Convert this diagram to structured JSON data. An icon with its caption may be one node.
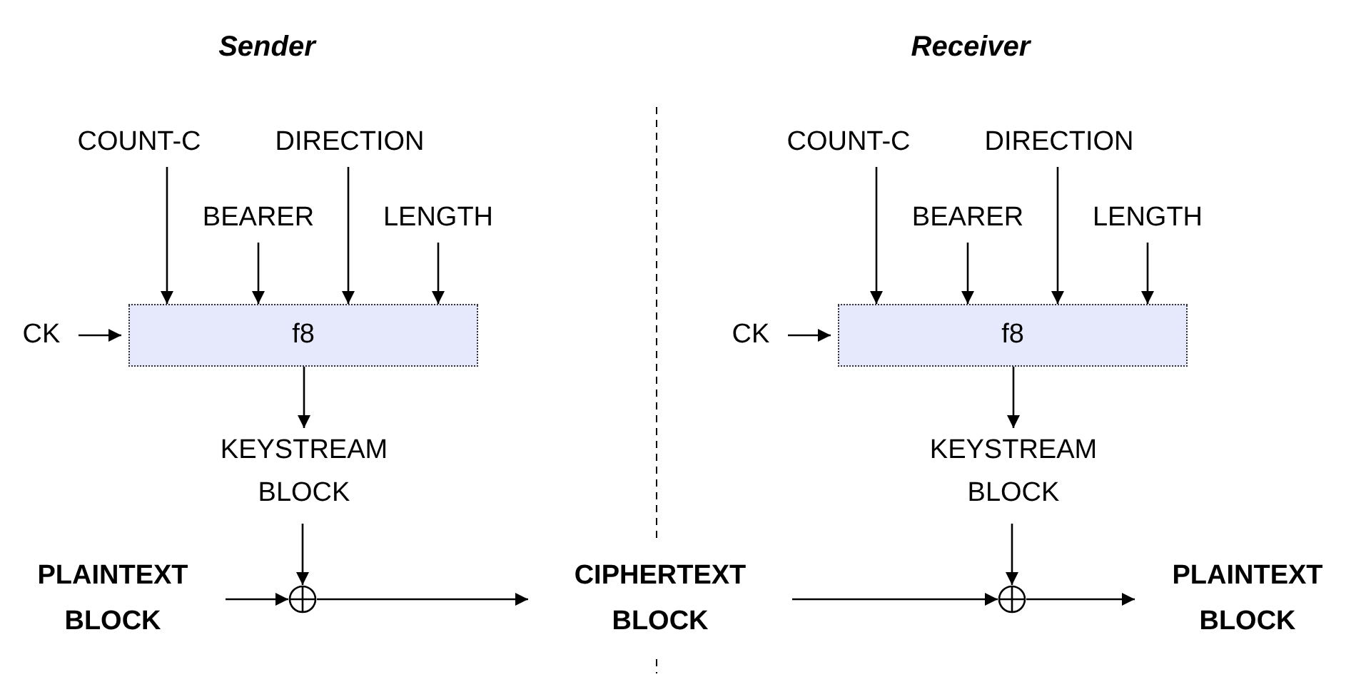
{
  "diagram": {
    "nodes": [
      {
        "text": [
          "COUNT-C"
        ]
      },
      {
        "text": [
          "DIRECTION"
        ]
      },
      {
        "text": [
          "BEARER"
        ]
      },
      {
        "text": [
          "LENGTH"
        ]
      },
      {
        "text": [
          "CK"
        ]
      },
      {
        "text": [
          "f8"
        ]
      },
      {
        "text": [
          "KEYSTREAM BLOCK"
        ]
      },
      {
        "text": [
          "PLAINTEXT BLOCK"
        ]
      },
      {
        "text": [],
        "shape": "circle"
      },
      {
        "text": [
          "CIPHERTEXT BLOCK"
        ]
      },
      {
        "text": [
          "COUNT-C"
        ]
      },
      {
        "text": [
          "DIRECTION"
        ]
      },
      {
        "text": [
          "BEARER"
        ]
      },
      {
        "text": [
          "LENGTH"
        ]
      },
      {
        "text": [
          "CK"
        ]
      },
      {
        "text": [
          "f8"
        ]
      },
      {
        "text": [
          "KEYSTREAM BLOCK"
        ]
      },
      {
        "text": [],
        "shape": "circle"
      },
      {
        "text": [
          "PLAINTEXT BLOCK"
        ]
      }
    ],
    "edges": [
      {
        "from": 0,
        "to": 5,
        "arrow": "to"
      },
      {
        "from": 2,
        "to": 5,
        "arrow": "to"
      },
      {
        "from": 1,
        "to": 5,
        "arrow": "to"
      },
      {
        "from": 3,
        "to": 5,
        "arrow": "to"
      },
      {
        "from": 4,
        "to": 5,
        "arrow": "to"
      },
      {
        "from": 5,
        "to": 6,
        "arrow": "to"
      },
      {
        "from": 6,
        "to": 8,
        "arrow": "to"
      },
      {
        "from": 7,
        "to": 8,
        "arrow": "to"
      },
      {
        "from": 8,
        "to": 9,
        "arrow": "to"
      },
      {
        "from": 9,
        "to": 17,
        "arrow": "to"
      },
      {
        "from": 10,
        "to": 15,
        "arrow": "to"
      },
      {
        "from": 12,
        "to": 15,
        "arrow": "to"
      },
      {
        "from": 11,
        "to": 15,
        "arrow": "to"
      },
      {
        "from": 13,
        "to": 15,
        "arrow": "to"
      },
      {
        "from": 14,
        "to": 15,
        "arrow": "to"
      },
      {
        "from": 15,
        "to": 16,
        "arrow": "to"
      },
      {
        "from": 16,
        "to": 17,
        "arrow": "to"
      },
      {
        "from": 17,
        "to": 18,
        "arrow": "to"
      }
    ],
    "labels": [
      "Sender",
      "Receiver"
    ]
  }
}
